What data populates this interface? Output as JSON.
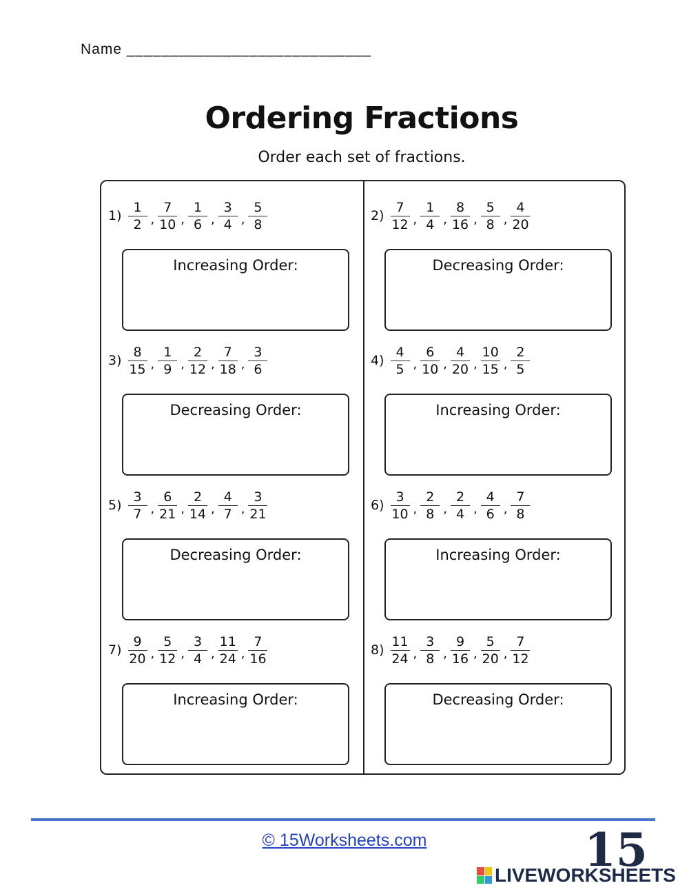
{
  "header": {
    "name_label": "Name",
    "name_blank": "____________________________"
  },
  "worksheet": {
    "title": "Ordering Fractions",
    "instructions": "Order each set of fractions."
  },
  "problems": [
    {
      "number": "1)",
      "fractions": [
        [
          "1",
          "2"
        ],
        [
          "7",
          "10"
        ],
        [
          "1",
          "6"
        ],
        [
          "3",
          "4"
        ],
        [
          "5",
          "8"
        ]
      ],
      "order_label": "Increasing Order:"
    },
    {
      "number": "2)",
      "fractions": [
        [
          "7",
          "12"
        ],
        [
          "1",
          "4"
        ],
        [
          "8",
          "16"
        ],
        [
          "5",
          "8"
        ],
        [
          "4",
          "20"
        ]
      ],
      "order_label": "Decreasing Order:"
    },
    {
      "number": "3)",
      "fractions": [
        [
          "8",
          "15"
        ],
        [
          "1",
          "9"
        ],
        [
          "2",
          "12"
        ],
        [
          "7",
          "18"
        ],
        [
          "3",
          "6"
        ]
      ],
      "order_label": "Decreasing Order:"
    },
    {
      "number": "4)",
      "fractions": [
        [
          "4",
          "5"
        ],
        [
          "6",
          "10"
        ],
        [
          "4",
          "20"
        ],
        [
          "10",
          "15"
        ],
        [
          "2",
          "5"
        ]
      ],
      "order_label": "Increasing Order:"
    },
    {
      "number": "5)",
      "fractions": [
        [
          "3",
          "7"
        ],
        [
          "6",
          "21"
        ],
        [
          "2",
          "14"
        ],
        [
          "4",
          "7"
        ],
        [
          "3",
          "21"
        ]
      ],
      "order_label": "Decreasing Order:"
    },
    {
      "number": "6)",
      "fractions": [
        [
          "3",
          "10"
        ],
        [
          "2",
          "8"
        ],
        [
          "2",
          "4"
        ],
        [
          "4",
          "6"
        ],
        [
          "7",
          "8"
        ]
      ],
      "order_label": "Increasing Order:"
    },
    {
      "number": "7)",
      "fractions": [
        [
          "9",
          "20"
        ],
        [
          "5",
          "12"
        ],
        [
          "3",
          "4"
        ],
        [
          "11",
          "24"
        ],
        [
          "7",
          "16"
        ]
      ],
      "order_label": "Increasing Order:"
    },
    {
      "number": "8)",
      "fractions": [
        [
          "11",
          "24"
        ],
        [
          "3",
          "8"
        ],
        [
          "9",
          "16"
        ],
        [
          "5",
          "20"
        ],
        [
          "7",
          "12"
        ]
      ],
      "order_label": "Decreasing Order:"
    }
  ],
  "footer": {
    "copyright_link": "©  15Worksheets.com",
    "badge_text": "15",
    "brand_name": "LIVEWORKSHEETS",
    "accent_color": "#4a74c9"
  }
}
